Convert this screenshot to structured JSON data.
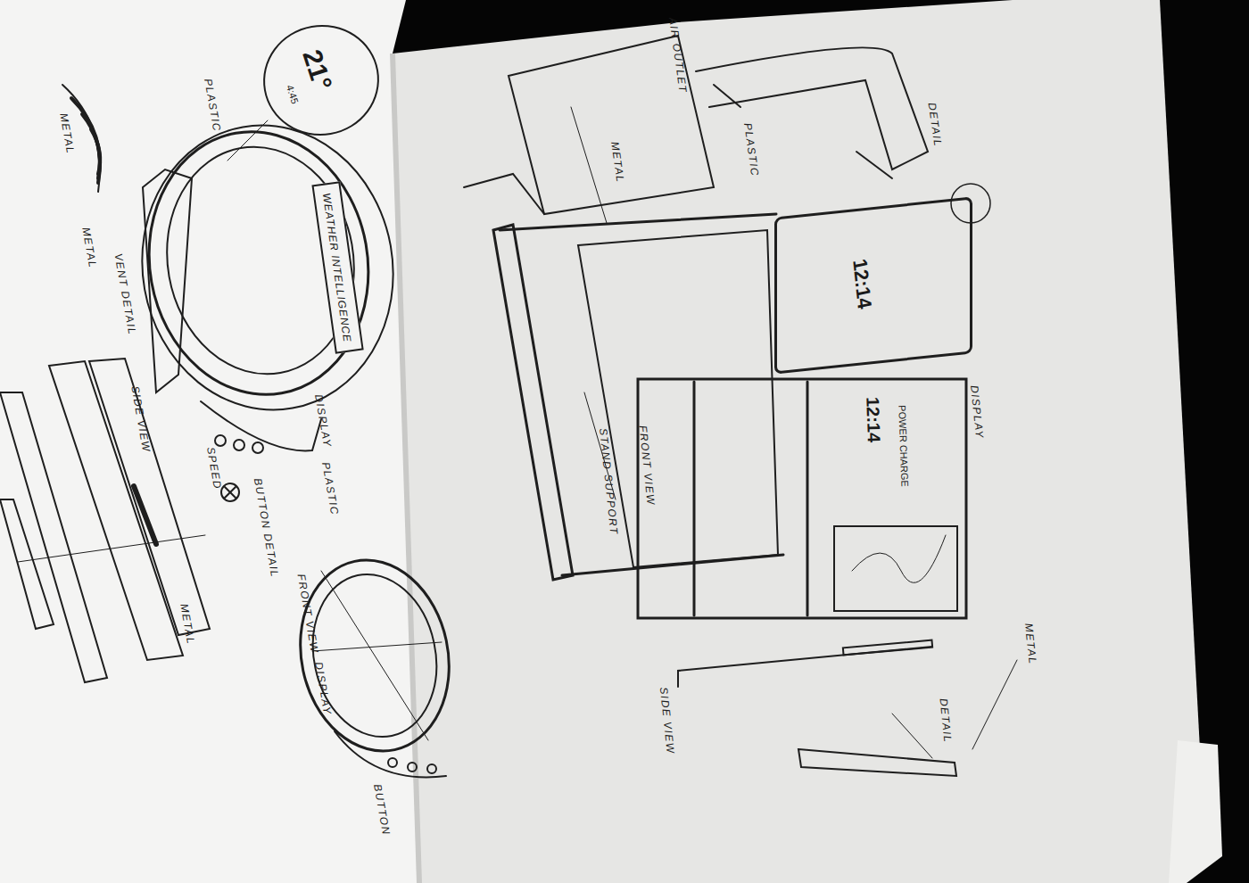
{
  "diagram": {
    "nodes": [
      {
        "text": [
          "21°",
          "4:45"
        ]
      },
      {
        "text": [
          "WEATHER INTELLIGENCE"
        ]
      },
      {
        "text": [
          "12:14"
        ]
      },
      {
        "text": [
          "12:14",
          "POWER CHARGE"
        ]
      }
    ],
    "labels": [
      "METAL",
      "METAL",
      "VENT DETAIL",
      "PLASTIC",
      "SIDE VIEW",
      "DISPLAY",
      "SPEED",
      "PLASTIC",
      "BUTTON DETAIL",
      "METAL",
      "FRONT VIEW",
      "DISPLAY",
      "BUTTON",
      "AIR OUTLET",
      "DETAIL",
      "PLASTIC",
      "METAL",
      "DISPLAY",
      "FRONT VIEW",
      "STAND SUPPORT",
      "SIDE VIEW",
      "METAL",
      "DETAIL"
    ]
  }
}
